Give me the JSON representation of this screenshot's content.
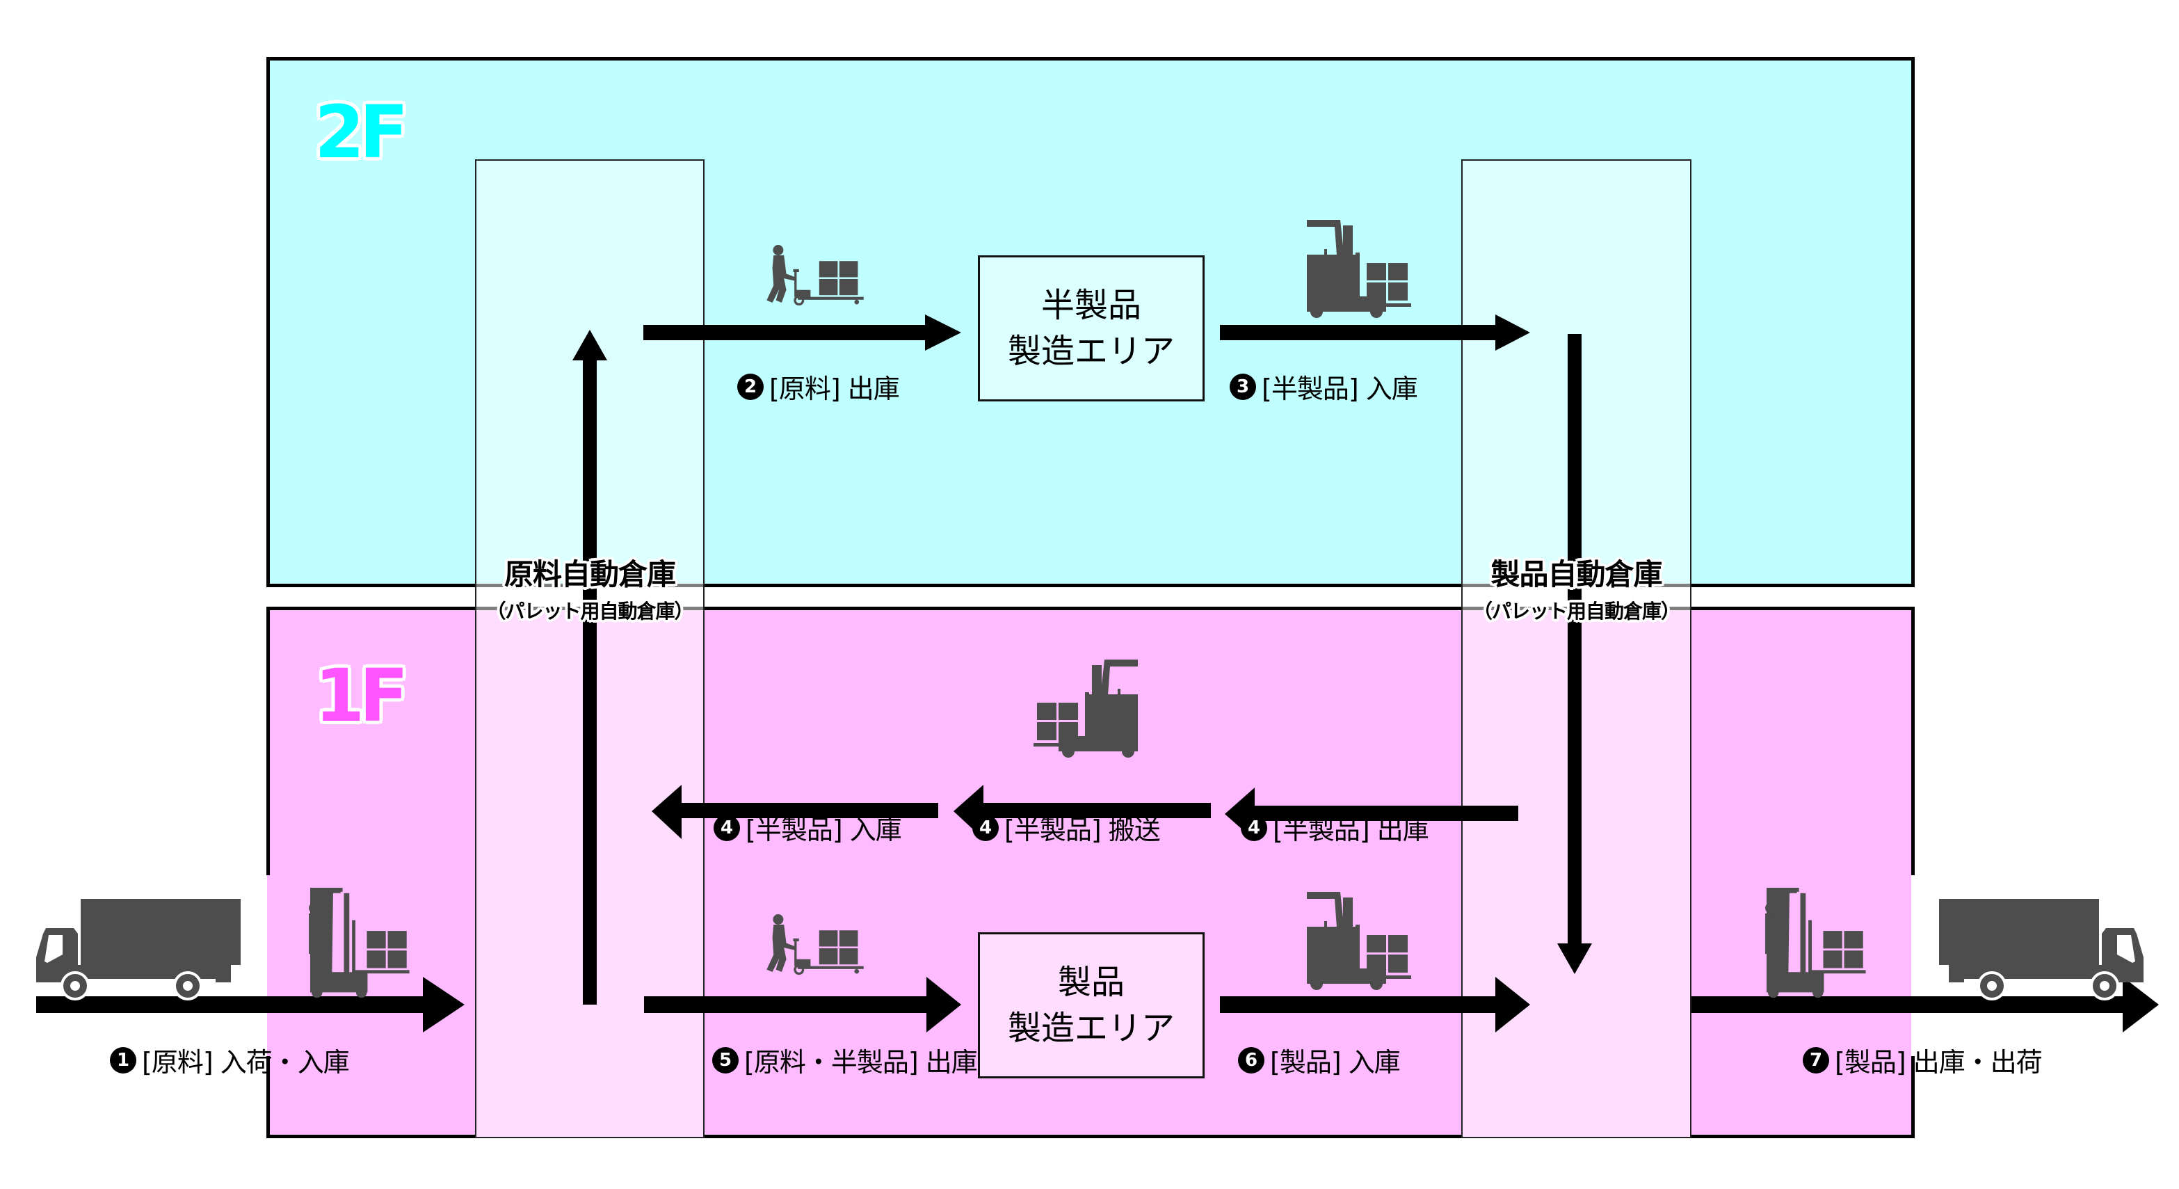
{
  "floors": {
    "upper": {
      "label": "2F",
      "color": "#00ffff",
      "background": "#bfffff"
    },
    "lower": {
      "label": "1F",
      "color": "#ff55ff",
      "background": "#ffbbff"
    }
  },
  "warehouses": {
    "raw": {
      "title": "原料自動倉庫",
      "subtitle": "（パレット用自動倉庫）"
    },
    "product": {
      "title": "製品自動倉庫",
      "subtitle": "（パレット用自動倉庫）"
    }
  },
  "areas": {
    "semi": {
      "line1": "半製品",
      "line2": "製造エリア"
    },
    "product": {
      "line1": "製品",
      "line2": "製造エリア"
    }
  },
  "steps": [
    {
      "num": "1",
      "text": "[原料] 入荷・入庫",
      "icon": "forklift-with-driver"
    },
    {
      "num": "2",
      "text": "[原料] 出庫",
      "icon": "pallet-jack-worker"
    },
    {
      "num": "3",
      "text": "[半製品] 入庫",
      "icon": "reach-forklift"
    },
    {
      "num": "4",
      "text": "[半製品] 入庫",
      "icon": ""
    },
    {
      "num": "4",
      "text": "[半製品] 搬送",
      "icon": "reach-forklift"
    },
    {
      "num": "4",
      "text": "[半製品] 出庫",
      "icon": ""
    },
    {
      "num": "5",
      "text": "[原料・半製品] 出庫",
      "icon": "pallet-jack-worker"
    },
    {
      "num": "6",
      "text": "[製品] 入庫",
      "icon": "reach-forklift"
    },
    {
      "num": "7",
      "text": "[製品] 出庫・出荷",
      "icon": "forklift-with-driver"
    }
  ],
  "icons": {
    "truck_in": "truck-icon",
    "truck_out": "truck-icon",
    "icon_color": "#4d4d4d",
    "arrow_color": "#000000"
  }
}
